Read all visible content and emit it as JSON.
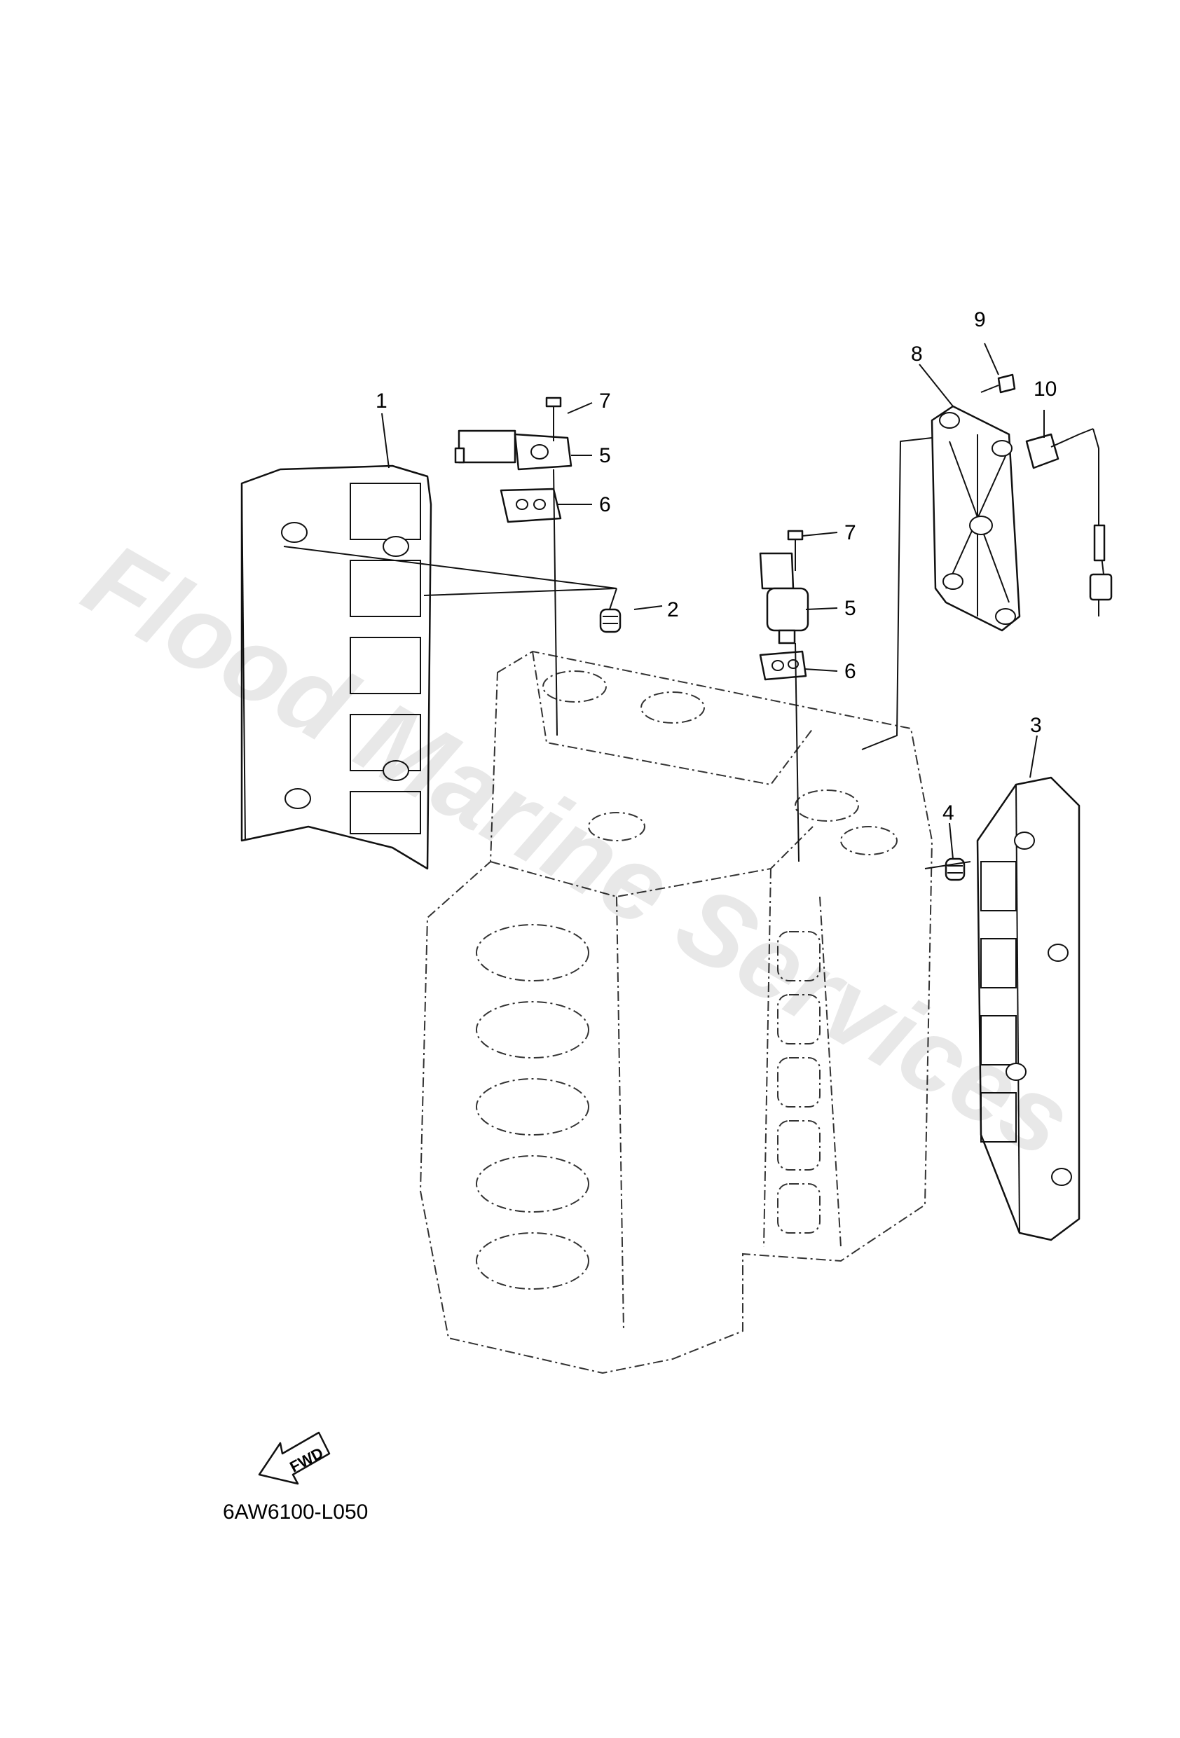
{
  "callouts": [
    {
      "id": "c1",
      "label": "1"
    },
    {
      "id": "c2",
      "label": "2"
    },
    {
      "id": "c3",
      "label": "3"
    },
    {
      "id": "c4",
      "label": "4"
    },
    {
      "id": "c5a",
      "label": "5"
    },
    {
      "id": "c5b",
      "label": "5"
    },
    {
      "id": "c6a",
      "label": "6"
    },
    {
      "id": "c6b",
      "label": "6"
    },
    {
      "id": "c7a",
      "label": "7"
    },
    {
      "id": "c7b",
      "label": "7"
    },
    {
      "id": "c8",
      "label": "8"
    },
    {
      "id": "c9",
      "label": "9"
    },
    {
      "id": "c10",
      "label": "10"
    }
  ],
  "fwd_label": "FWD",
  "diagram_code": "6AW6100-L050",
  "watermark": "Flood Marine Services"
}
